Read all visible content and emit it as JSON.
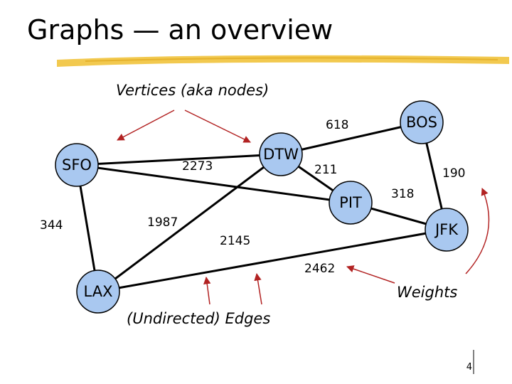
{
  "slide": {
    "title": "Graphs — an overview",
    "page_number": "4"
  },
  "annotations": {
    "vertices": "Vertices (aka nodes)",
    "edges": "(Undirected) Edges",
    "weights": "Weights"
  },
  "nodes": [
    {
      "id": "SFO",
      "label": "SFO"
    },
    {
      "id": "DTW",
      "label": "DTW"
    },
    {
      "id": "BOS",
      "label": "BOS"
    },
    {
      "id": "PIT",
      "label": "PIT"
    },
    {
      "id": "JFK",
      "label": "JFK"
    },
    {
      "id": "LAX",
      "label": "LAX"
    }
  ],
  "edges": [
    {
      "from": "SFO",
      "to": "DTW",
      "weight": "2273"
    },
    {
      "from": "SFO",
      "to": "PIT",
      "weight": "2145"
    },
    {
      "from": "SFO",
      "to": "LAX",
      "weight": "344"
    },
    {
      "from": "DTW",
      "to": "BOS",
      "weight": "618"
    },
    {
      "from": "DTW",
      "to": "PIT",
      "weight": "211"
    },
    {
      "from": "BOS",
      "to": "JFK",
      "weight": "190"
    },
    {
      "from": "PIT",
      "to": "JFK",
      "weight": "318"
    },
    {
      "from": "LAX",
      "to": "DTW",
      "weight": "1987"
    },
    {
      "from": "LAX",
      "to": "JFK",
      "weight": "2462"
    }
  ],
  "colors": {
    "node_fill": "#a9c8f0",
    "node_stroke": "#000000",
    "edge": "#000000",
    "arrow": "#b22222",
    "title_underline": "#f0c030"
  }
}
